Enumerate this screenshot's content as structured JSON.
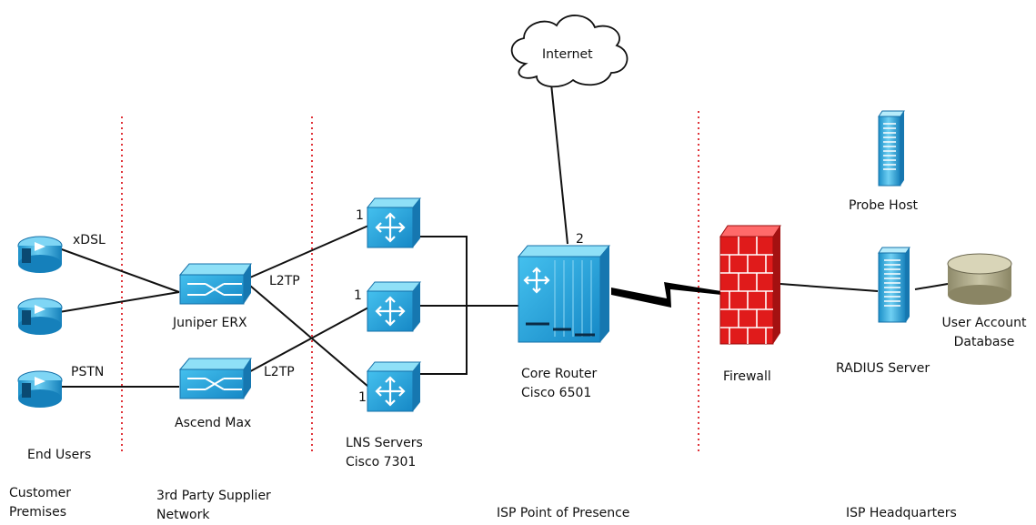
{
  "internet": {
    "label": "Internet"
  },
  "end_users": {
    "labels": [
      "xDSL",
      "PSTN"
    ],
    "caption": "End Users"
  },
  "juniper": {
    "label": "Juniper ERX"
  },
  "ascend": {
    "label": "Ascend Max"
  },
  "l2tp": {
    "top": "L2TP",
    "bottom": "L2TP"
  },
  "lns": {
    "line1": "LNS Servers",
    "line2": "Cisco 7301",
    "ports": [
      "1",
      "1",
      "1"
    ]
  },
  "core_router": {
    "line1": "Core Router",
    "line2": "Cisco 6501",
    "port": "2"
  },
  "firewall": {
    "label": "Firewall"
  },
  "probe_host": {
    "label": "Probe Host"
  },
  "radius": {
    "label": "RADIUS Server"
  },
  "database": {
    "line1": "User Account",
    "line2": "Database"
  },
  "zones": {
    "customer": {
      "line1": "Customer",
      "line2": "Premises"
    },
    "supplier": {
      "line1": "3rd Party Supplier",
      "line2": "Network"
    },
    "pop": {
      "label": "ISP Point of Presence"
    },
    "hq": {
      "label": "ISP Headquarters"
    }
  },
  "colors": {
    "divider": "#e0343a",
    "device": "#1c9fd9",
    "firewall": "#e01b1b",
    "link": "#111111"
  }
}
